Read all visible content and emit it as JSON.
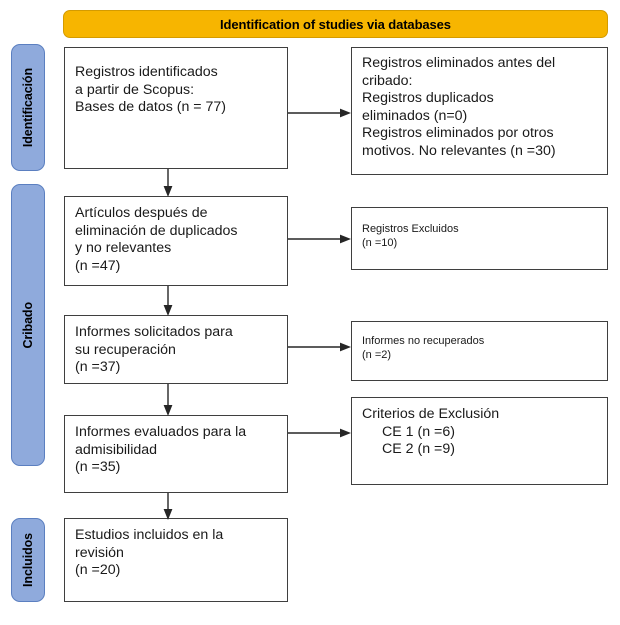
{
  "diagram": {
    "title": "Identification of studies via databases",
    "colors": {
      "banner": "#f7b500",
      "phase_tab": "#8faadc",
      "box_border": "#3f3f3f",
      "arrow": "#262626"
    }
  },
  "banner": {
    "label": "Identification of studies via databases"
  },
  "phases": [
    {
      "id": "identificacion",
      "label": "Identificación"
    },
    {
      "id": "cribado",
      "label": "Cribado"
    },
    {
      "id": "incluidos",
      "label": "Incluidos"
    }
  ],
  "boxes": {
    "identified": {
      "lines": [
        "Registros identificados",
        "a partir de Scopus:",
        "Bases de datos (n = 77)"
      ]
    },
    "removed_before_screening": {
      "lines": [
        "Registros eliminados antes del",
        "cribado:",
        "Registros duplicados",
        "eliminados (n=0)",
        "Registros eliminados por otros",
        "motivos. No relevantes (n =30)"
      ]
    },
    "after_duplicates": {
      "lines": [
        "Artículos después de",
        "eliminación de duplicados",
        "y no relevantes",
        "(n =47)"
      ]
    },
    "records_excluded": {
      "lines": [
        "Registros Excluidos",
        "(n =10)"
      ]
    },
    "reports_sought": {
      "lines": [
        "Informes solicitados para",
        "su recuperación",
        "(n =37)"
      ]
    },
    "reports_not_retrieved": {
      "lines": [
        "Informes no recuperados",
        "(n =2)"
      ]
    },
    "reports_assessed": {
      "lines": [
        "Informes evaluados para la",
        "admisibilidad",
        "(n =35)"
      ]
    },
    "exclusion_criteria": {
      "lines": [
        "Criterios de Exclusión",
        "CE 1 (n =6)",
        "CE 2 (n =9)"
      ]
    },
    "studies_included": {
      "lines": [
        "Estudios incluidos en la",
        "revisión",
        "(n =20)"
      ]
    }
  }
}
